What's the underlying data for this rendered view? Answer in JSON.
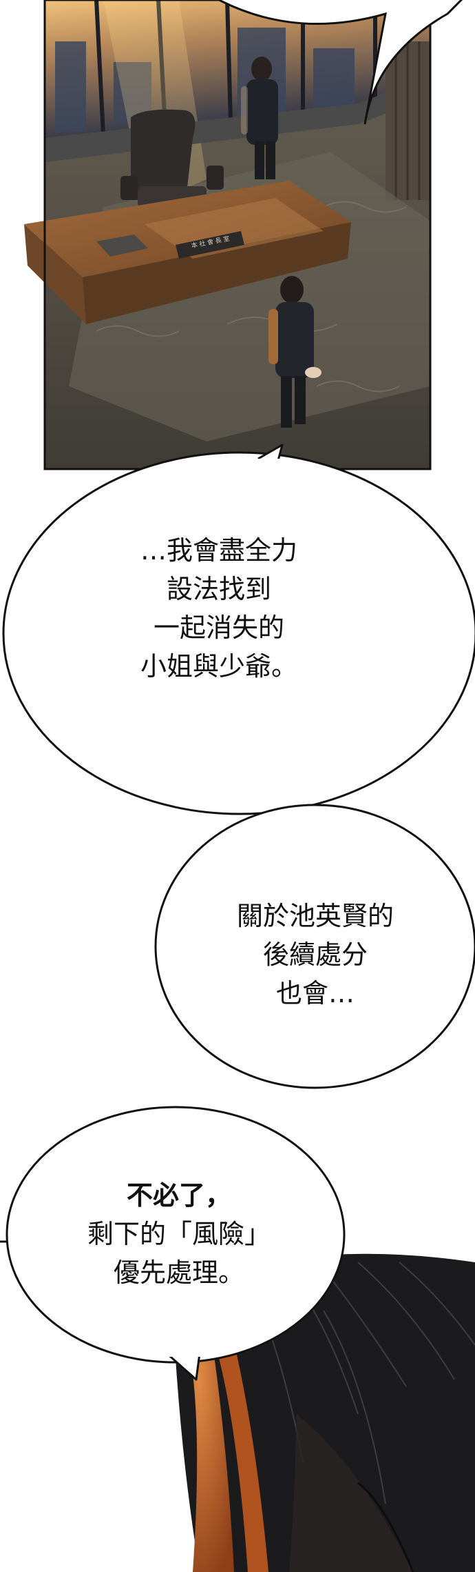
{
  "panels": {
    "office": {
      "desk_nameplate": "本 社 會 長 室"
    }
  },
  "bubbles": {
    "top_bubble": {
      "lines": [
        "…我會盡全力",
        "設法找到",
        "一起消失的",
        "小姐與少爺。"
      ]
    },
    "middle_bubble": {
      "lines": [
        "關於池英賢的",
        "後續處分",
        "也會…"
      ]
    },
    "bottom_bubble": {
      "lines": [
        "不必了，",
        "剩下的「風險」",
        "優先處理。"
      ]
    }
  },
  "colors": {
    "night_sky": "#2b3346",
    "sunset": "#e9a24a",
    "desk": "#8a5a33",
    "floor": "#575248",
    "hair_orange": "#c9642b",
    "ink": "#111111"
  }
}
